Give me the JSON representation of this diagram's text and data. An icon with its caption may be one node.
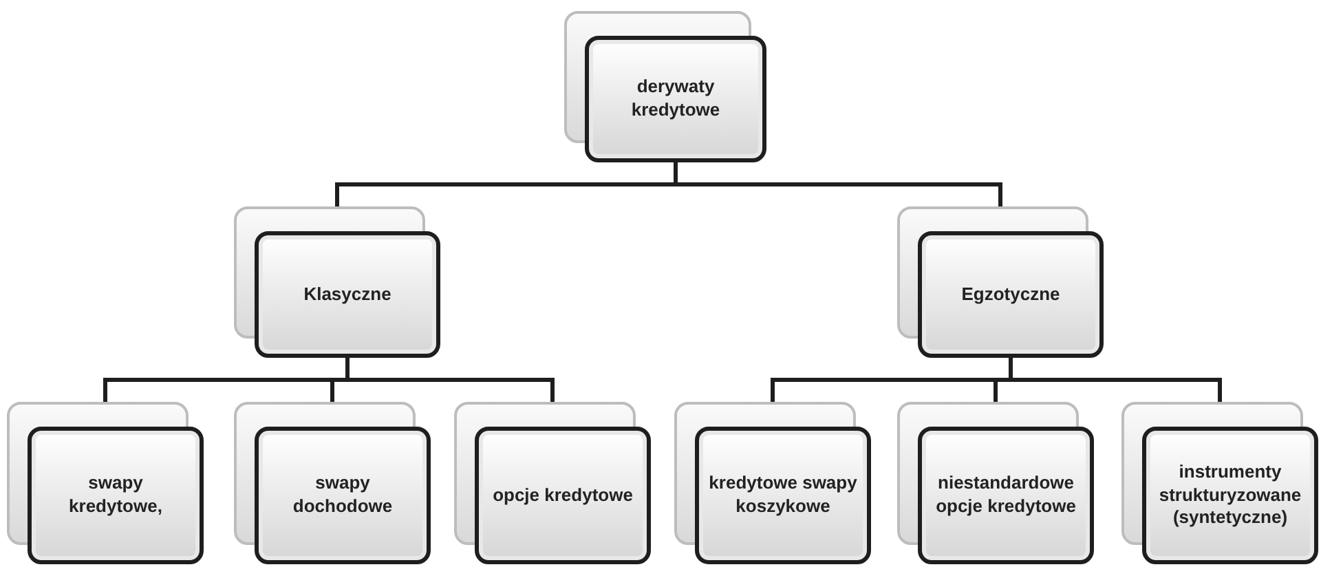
{
  "diagram": {
    "nodes": [
      {
        "text": [
          "derywaty kredytowe"
        ]
      },
      {
        "text": [
          "Klasyczne"
        ]
      },
      {
        "text": [
          "Egzotyczne"
        ]
      },
      {
        "text": [
          "swapy kredytowe,"
        ]
      },
      {
        "text": [
          "swapy dochodowe"
        ]
      },
      {
        "text": [
          "opcje kredytowe"
        ]
      },
      {
        "text": [
          "kredytowe swapy koszykowe"
        ]
      },
      {
        "text": [
          "niestandardowe opcje kredytowe"
        ]
      },
      {
        "text": [
          "instrumenty strukturyzowane (syntetyczne)"
        ]
      }
    ],
    "edges": [
      {
        "from": 0,
        "to": 1,
        "arrow": "none"
      },
      {
        "from": 0,
        "to": 2,
        "arrow": "none"
      },
      {
        "from": 1,
        "to": 3,
        "arrow": "none"
      },
      {
        "from": 1,
        "to": 4,
        "arrow": "none"
      },
      {
        "from": 1,
        "to": 5,
        "arrow": "none"
      },
      {
        "from": 2,
        "to": 6,
        "arrow": "none"
      },
      {
        "from": 2,
        "to": 7,
        "arrow": "none"
      },
      {
        "from": 2,
        "to": 8,
        "arrow": "none"
      }
    ]
  }
}
